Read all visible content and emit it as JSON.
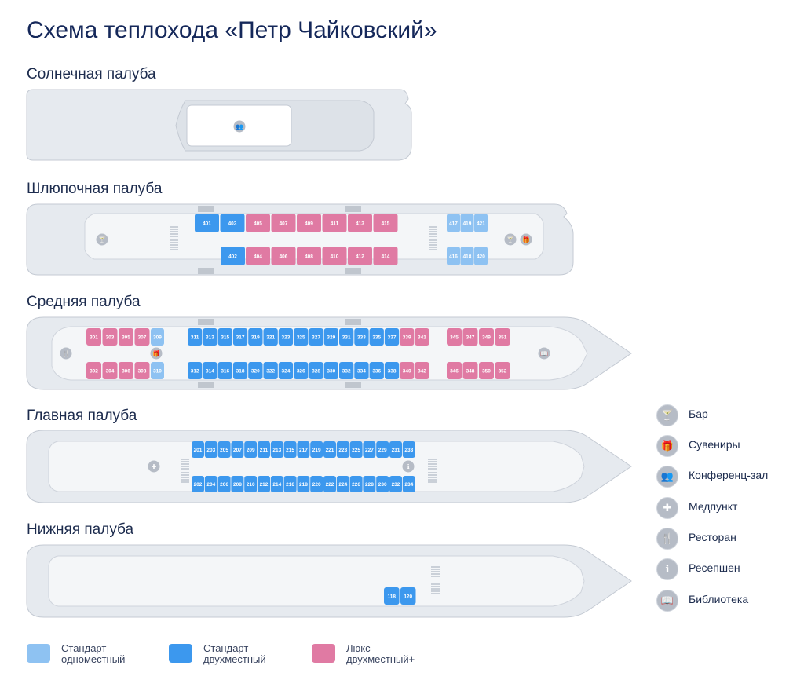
{
  "title": "Схема теплохода «Петр Чайковский»",
  "colors": {
    "hull": "#e6eaef",
    "hull_stroke": "#c4cad3",
    "interior": "#f4f6f8",
    "standard_single": "#8ec2f2",
    "standard_double": "#3c98ee",
    "lux_double": "#e07aa3",
    "icon": "#b6bcc6"
  },
  "decks": {
    "sun": {
      "title": "Солнечная палуба"
    },
    "boat": {
      "title": "Шлюпочная палуба",
      "cabins": {
        "top_double": [
          "401",
          "403"
        ],
        "top_lux": [
          "405",
          "407",
          "409",
          "411",
          "413",
          "415"
        ],
        "top_single": [
          "417",
          "419",
          "421"
        ],
        "bottom_double": [
          "402"
        ],
        "bottom_lux": [
          "404",
          "406",
          "408",
          "410",
          "412",
          "414"
        ],
        "bottom_single": [
          "416",
          "418",
          "420"
        ]
      }
    },
    "middle": {
      "title": "Средняя палуба",
      "cabins": {
        "top_lux_left": [
          "301",
          "303",
          "305",
          "307"
        ],
        "top_single": [
          "309"
        ],
        "top_double": [
          "311",
          "313",
          "315",
          "317",
          "319",
          "321",
          "323",
          "325",
          "327",
          "329",
          "331",
          "333",
          "335",
          "337"
        ],
        "top_lux_mid": [
          "339",
          "341"
        ],
        "top_lux_right": [
          "345",
          "347",
          "349",
          "351"
        ],
        "bottom_lux_left": [
          "302",
          "304",
          "306",
          "308"
        ],
        "bottom_single": [
          "310"
        ],
        "bottom_double": [
          "312",
          "314",
          "316",
          "318",
          "320",
          "322",
          "324",
          "326",
          "328",
          "330",
          "332",
          "334",
          "336",
          "338"
        ],
        "bottom_lux_mid": [
          "340",
          "342"
        ],
        "bottom_lux_right": [
          "346",
          "348",
          "350",
          "352"
        ]
      }
    },
    "main": {
      "title": "Главная палуба",
      "cabins": {
        "top_double": [
          "201",
          "203",
          "205",
          "207",
          "209",
          "211",
          "213",
          "215",
          "217",
          "219",
          "221",
          "223",
          "225",
          "227",
          "229",
          "231",
          "233"
        ],
        "bottom_double": [
          "202",
          "204",
          "206",
          "208",
          "210",
          "212",
          "214",
          "216",
          "218",
          "220",
          "222",
          "224",
          "226",
          "228",
          "230",
          "232",
          "234"
        ]
      }
    },
    "lower": {
      "title": "Нижняя палуба",
      "cabins": {
        "double": [
          "118",
          "120"
        ]
      }
    }
  },
  "cabin_legend": [
    {
      "key": "standard_single",
      "label": "Стандарт\nодноместный"
    },
    {
      "key": "standard_double",
      "label": "Стандарт\nдвухместный"
    },
    {
      "key": "lux_double",
      "label": "Люкс\nдвухместный+"
    }
  ],
  "amenities": [
    {
      "icon": "bar-icon",
      "glyph": "🍸",
      "label": "Бар"
    },
    {
      "icon": "gift-icon",
      "glyph": "🎁",
      "label": "Сувениры"
    },
    {
      "icon": "conference-hall-icon",
      "glyph": "👥",
      "label": "Конференц-зал"
    },
    {
      "icon": "medical-icon",
      "glyph": "✚",
      "label": "Медпункт"
    },
    {
      "icon": "restaurant-icon",
      "glyph": "🍴",
      "label": "Ресторан"
    },
    {
      "icon": "reception-icon",
      "glyph": "ℹ",
      "label": "Ресепшен"
    },
    {
      "icon": "library-icon",
      "glyph": "📖",
      "label": "Библиотека"
    }
  ]
}
